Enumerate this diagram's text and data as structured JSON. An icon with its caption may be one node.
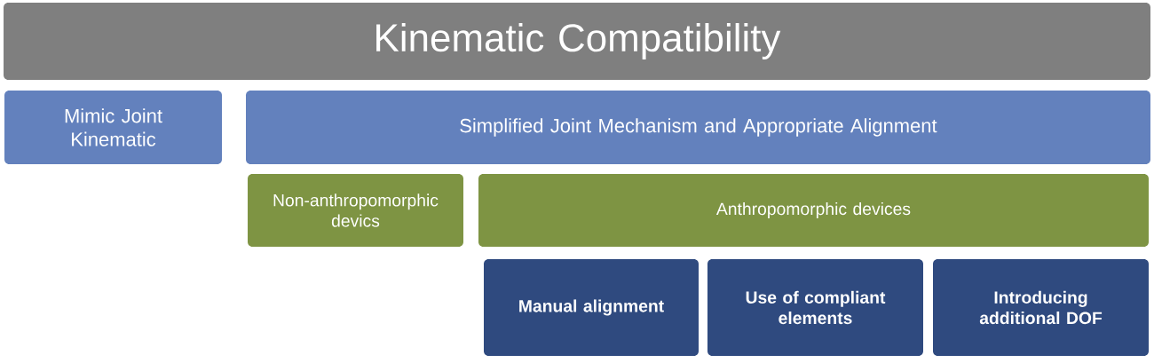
{
  "diagram": {
    "nodes": [
      {
        "text": [
          "Kinematic Compatibility"
        ]
      },
      {
        "text": [
          "Mimic Joint Kinematic"
        ]
      },
      {
        "text": [
          "Simplified Joint Mechanism and Appropriate Alignment"
        ]
      },
      {
        "text": [
          "Non-anthropomorphic devics"
        ]
      },
      {
        "text": [
          "Anthropomorphic devices"
        ]
      },
      {
        "text": [
          "Manual alignment"
        ]
      },
      {
        "text": [
          "Use of compliant elements"
        ]
      },
      {
        "text": [
          "Introducing additional DOF"
        ]
      }
    ]
  }
}
